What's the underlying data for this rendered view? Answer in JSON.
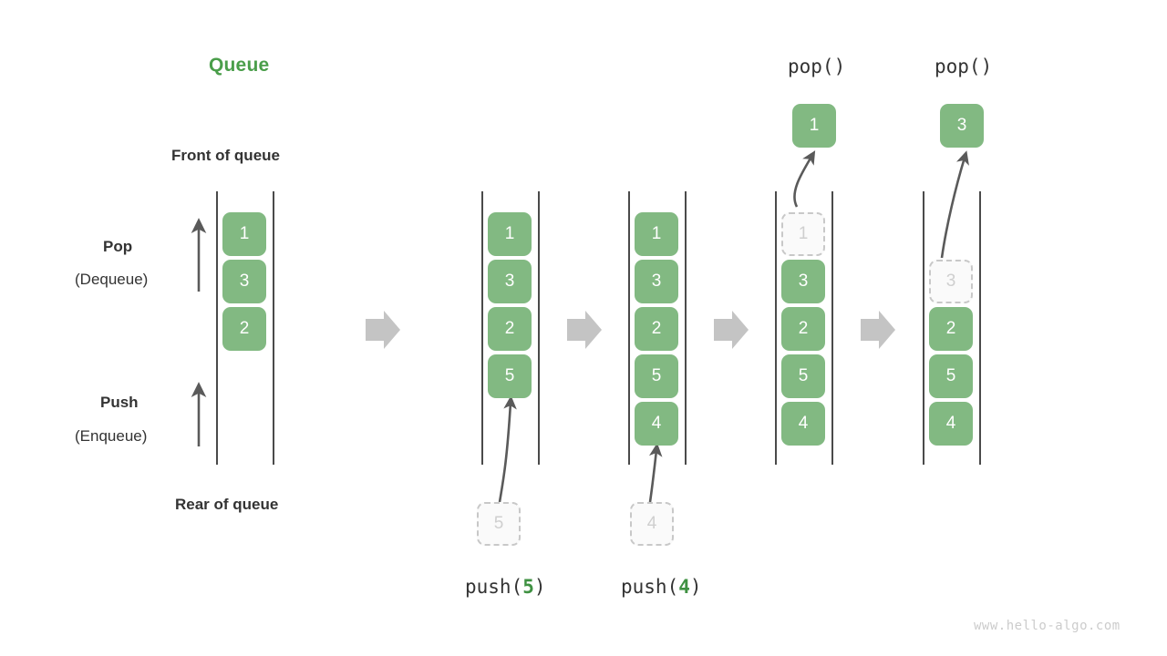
{
  "meta": {
    "title": "Queue",
    "watermark": "www.hello-algo.com"
  },
  "labels": {
    "front_of_queue": "Front of queue",
    "rear_of_queue": "Rear of queue",
    "pop_title": "Pop",
    "pop_sub": "(Dequeue)",
    "push_title": "Push",
    "push_sub": "(Enqueue)"
  },
  "colors": {
    "element_fill": "#82b982",
    "element_text": "#ffffff",
    "ghost_fill": "#fafafa",
    "ghost_border": "#c8c8c8",
    "ghost_text": "#cfcfcf",
    "title_green": "#4a9e4a",
    "text_dark": "#333333",
    "rail": "#4a4a4a",
    "arrow_gray": "#c4c4c4",
    "curve_arrow": "#5a5a5a",
    "watermark": "#cccccc"
  },
  "stages": [
    {
      "id": "initial",
      "caption": "",
      "op_label": "",
      "elements": [
        "1",
        "3",
        "2"
      ],
      "ghost_index": -1,
      "incoming": "",
      "popped": ""
    },
    {
      "id": "push-5",
      "caption": "push(5)",
      "caption_prefix": "push(",
      "caption_value": "5",
      "caption_suffix": ")",
      "op_label": "",
      "elements": [
        "1",
        "3",
        "2",
        "5"
      ],
      "ghost_index": -1,
      "incoming": "5",
      "popped": ""
    },
    {
      "id": "push-4",
      "caption": "push(4)",
      "caption_prefix": "push(",
      "caption_value": "4",
      "caption_suffix": ")",
      "op_label": "",
      "elements": [
        "1",
        "3",
        "2",
        "5",
        "4"
      ],
      "ghost_index": -1,
      "incoming": "4",
      "popped": ""
    },
    {
      "id": "pop-1",
      "caption": "",
      "op_label": "pop()",
      "elements": [
        "1",
        "3",
        "2",
        "5",
        "4"
      ],
      "ghost_index": 0,
      "incoming": "",
      "popped": "1"
    },
    {
      "id": "pop-3",
      "caption": "",
      "op_label": "pop()",
      "elements": [
        "3",
        "2",
        "5",
        "4"
      ],
      "ghost_index": 0,
      "incoming": "",
      "popped": "3"
    }
  ],
  "transition_arrows": [
    {
      "name": "arrow-1"
    },
    {
      "name": "arrow-2"
    },
    {
      "name": "arrow-3"
    },
    {
      "name": "arrow-4"
    }
  ],
  "direction_arrows": [
    {
      "name": "pop-direction-arrow",
      "meaning": "pop upward"
    },
    {
      "name": "push-direction-arrow",
      "meaning": "push upward"
    }
  ]
}
